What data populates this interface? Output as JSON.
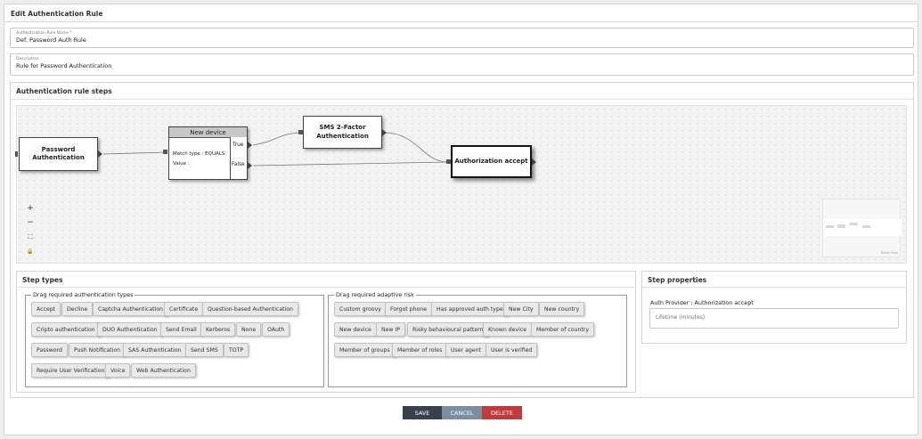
{
  "header": {
    "title": "Edit Authentication Rule"
  },
  "form": {
    "name_label": "Authentication Rule Name *",
    "name_value": "Def. Password Auth Rule",
    "desc_label": "Description",
    "desc_value": "Rule for Password Authentication"
  },
  "steps_panel": {
    "title": "Authentication rule steps"
  },
  "flow": {
    "password_node": "Password Authentication",
    "new_device_title": "New device",
    "new_device_match": "Match type : EQUALS",
    "new_device_value": "Value :",
    "true_label": "True",
    "false_label": "False",
    "sms_node": "SMS 2-Factor Authentication",
    "accept_node": "Authorization accept",
    "minimap_label": "React Flow",
    "zoom_in": "+",
    "zoom_out": "−",
    "fit_icon": "⛶",
    "lock_icon": "🔒"
  },
  "step_types": {
    "title": "Step types",
    "auth_group_label": "Drag required authentication types",
    "auth_types": [
      "Accept",
      "Decline",
      "Captcha Authentication",
      "Certificate",
      "Question-based Authentication",
      "Cripto authentication",
      "DUO Authentication",
      "Send Email",
      "Kerberos",
      "None",
      "OAuth",
      "Password",
      "Push Notification",
      "SAS Authentication",
      "Send SMS",
      "TOTP",
      "Require User Verification",
      "Voice",
      "Web Authentication"
    ],
    "risk_group_label": "Drag required adaptive risk",
    "risk_types": [
      "Custom groovy",
      "Forgot phone",
      "Has approved auth type",
      "New City",
      "New country",
      "New device",
      "New IP",
      "Risky behavioural pattern",
      "Known device",
      "Member of country",
      "Member of groups",
      "Member of roles",
      "User agent",
      "User is verified"
    ]
  },
  "step_properties": {
    "title": "Step properties",
    "provider_text": "Auth Provider : Authorization accept",
    "lifetime_placeholder": "Lifetime (minutes)"
  },
  "actions": {
    "save": "SAVE",
    "cancel": "CANCEL",
    "delete": "DELETE"
  },
  "colors": {
    "save": "#3a3f4b",
    "cancel": "#7a8fa0",
    "delete": "#c0393b"
  }
}
